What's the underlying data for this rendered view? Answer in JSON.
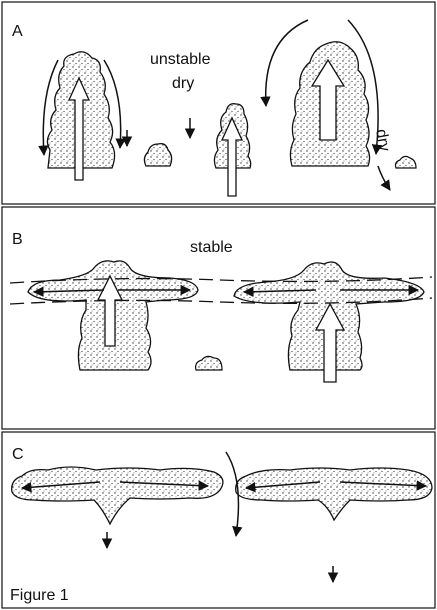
{
  "panels": [
    {
      "letter": "A",
      "notes": [
        "unstable",
        "dry"
      ],
      "side_note": "dry"
    },
    {
      "letter": "B",
      "notes": [
        "stable"
      ]
    },
    {
      "letter": "C"
    }
  ],
  "caption": "Figure 1"
}
